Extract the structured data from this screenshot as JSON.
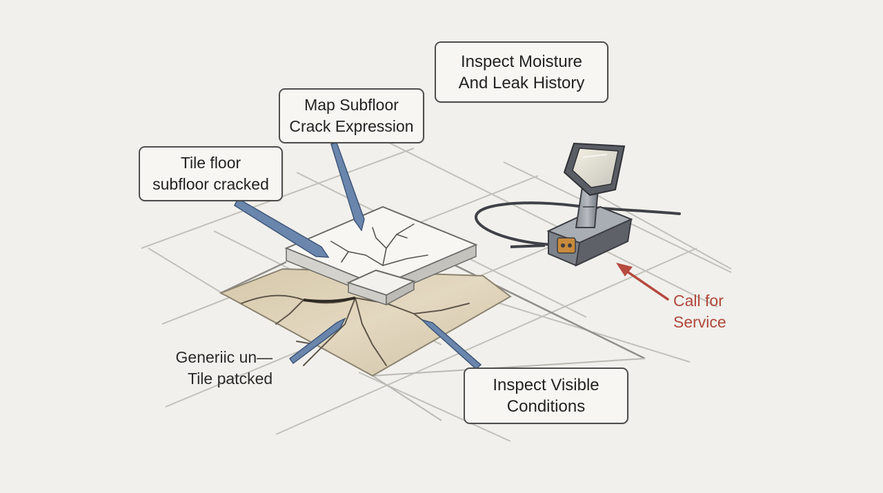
{
  "diagram": {
    "callouts": {
      "moisture": {
        "line1": "Inspect Moisture",
        "line2": "And Leak History"
      },
      "map_subfloor": {
        "line1": "Map Subfloor",
        "line2": "Crack Expression"
      },
      "tile_floor": {
        "line1": "Tile floor",
        "line2": "subfloor cracked"
      },
      "visible_conditions": {
        "line1": "Inspect Visible",
        "line2": "Conditions"
      }
    },
    "labels": {
      "generic": {
        "line1": "Generiic un—",
        "line2": "Tile patcked"
      },
      "service": {
        "line1": "Call for",
        "line2": "Service"
      }
    },
    "device_icon": "borescope-inspection-camera-icon",
    "colors": {
      "background": "#f1f0ec",
      "arrow_blue": "#5d7ea8",
      "arrow_red": "#b64a3f",
      "subfloor": "#d8ccb1",
      "tile": "#f4f3ef"
    }
  }
}
